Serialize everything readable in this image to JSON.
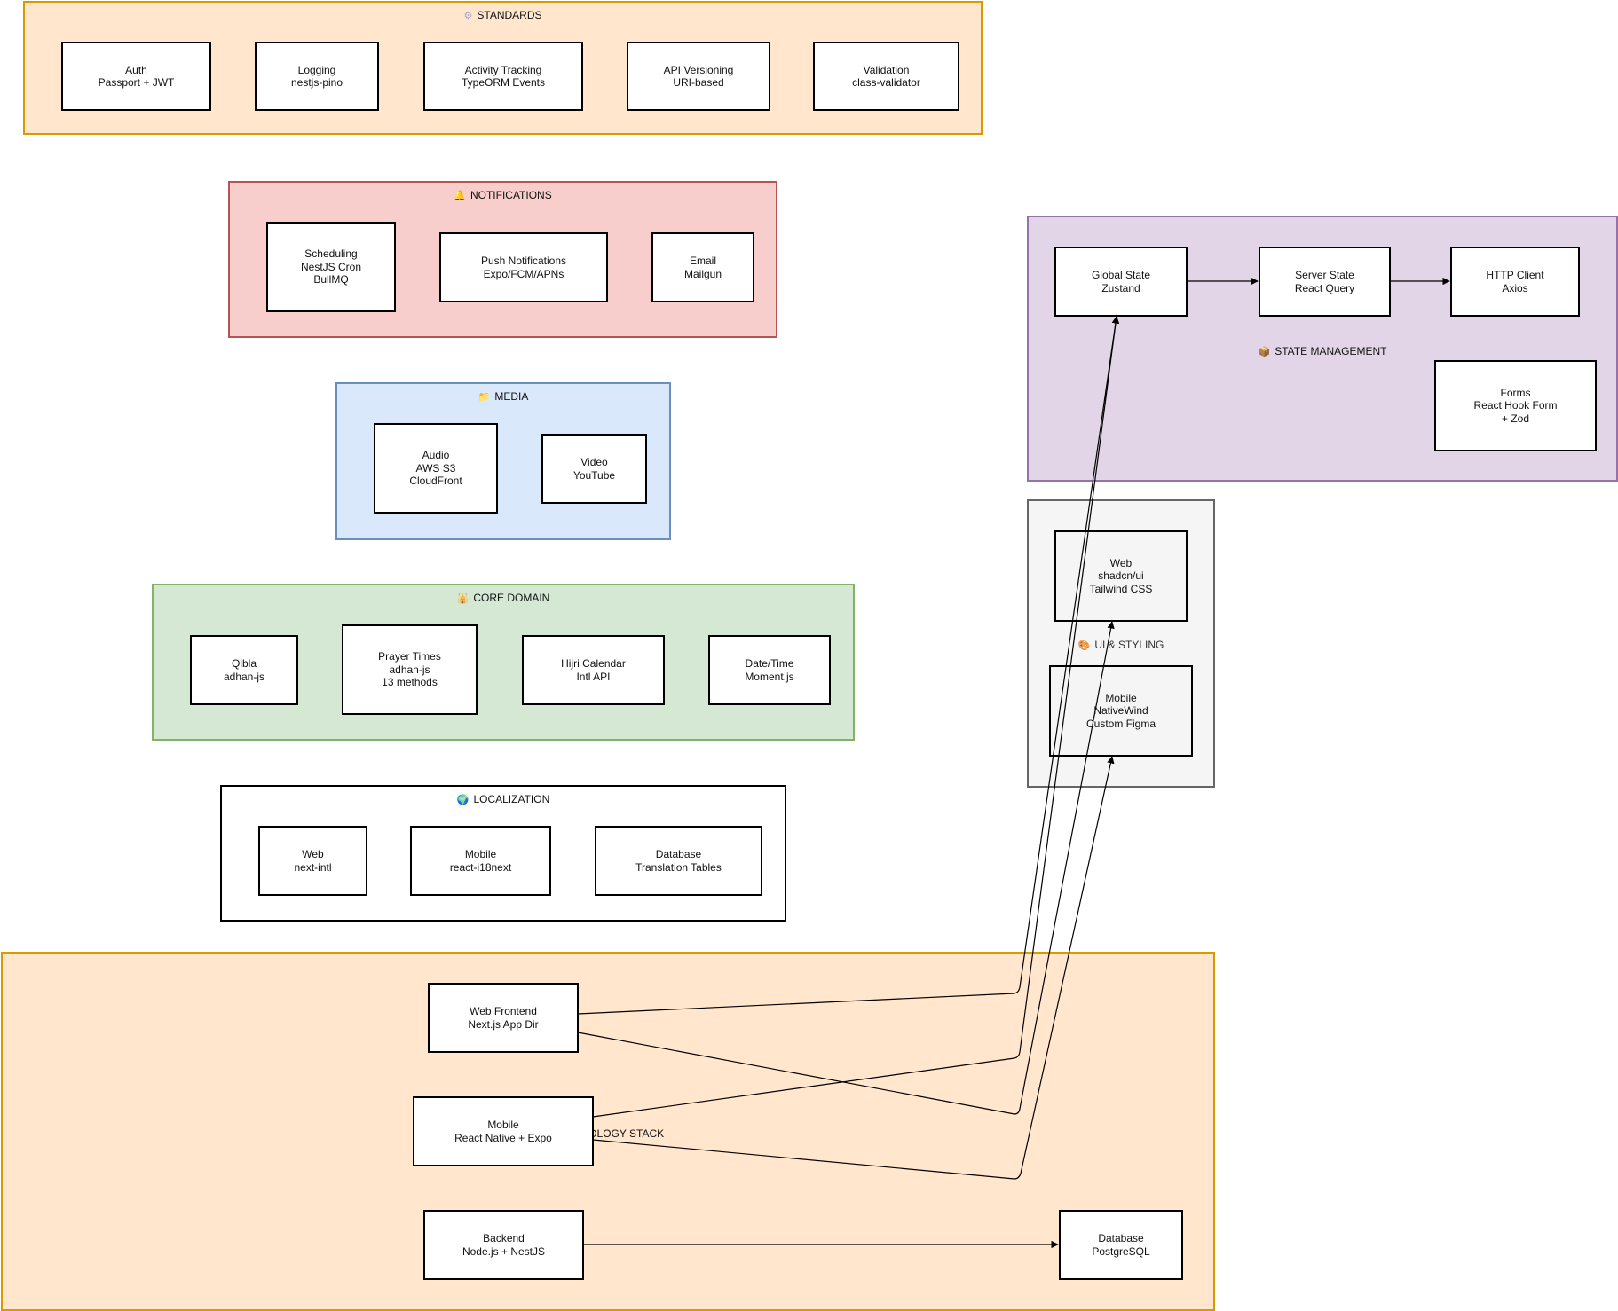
{
  "groups": {
    "standards": {
      "title": "STANDARDS",
      "icon": "gear-icon",
      "glyph": "⚙",
      "nodes": [
        {
          "label": "Auth\nPassport + JWT"
        },
        {
          "label": "Logging\nnestjs-pino"
        },
        {
          "label": "Activity Tracking\nTypeORM Events"
        },
        {
          "label": "API Versioning\nURI-based"
        },
        {
          "label": "Validation\nclass-validator"
        }
      ]
    },
    "notifications": {
      "title": "NOTIFICATIONS",
      "icon": "bell-icon",
      "glyph": "🔔",
      "nodes": [
        {
          "label": "Scheduling\nNestJS Cron\nBullMQ"
        },
        {
          "label": "Push Notifications\nExpo/FCM/APNs"
        },
        {
          "label": "Email\nMailgun"
        }
      ]
    },
    "media": {
      "title": "MEDIA",
      "icon": "folder-icon",
      "glyph": "📁",
      "nodes": [
        {
          "label": "Audio\nAWS S3\nCloudFront"
        },
        {
          "label": "Video\nYouTube"
        }
      ]
    },
    "core_domain": {
      "title": "CORE DOMAIN",
      "icon": "mosque-icon",
      "glyph": "🕌",
      "nodes": [
        {
          "label": "Qibla\nadhan-js"
        },
        {
          "label": "Prayer Times\nadhan-js\n13 methods"
        },
        {
          "label": "Hijri Calendar\nIntl API"
        },
        {
          "label": "Date/Time\nMoment.js"
        }
      ]
    },
    "localization": {
      "title": "LOCALIZATION",
      "icon": "globe-icon",
      "glyph": "🌍",
      "nodes": [
        {
          "label": "Web\nnext-intl"
        },
        {
          "label": "Mobile\nreact-i18next"
        },
        {
          "label": "Database\nTranslation Tables"
        }
      ]
    },
    "technology_stack": {
      "title": "TECHNOLOGY STACK",
      "icon": "",
      "nodes": [
        {
          "label": "Web Frontend\nNext.js App Dir"
        },
        {
          "label": "Mobile\nReact Native + Expo"
        },
        {
          "label": "Backend\nNode.js + NestJS"
        },
        {
          "label": "Database\nPostgreSQL"
        }
      ]
    },
    "state_management": {
      "title": "STATE MANAGEMENT",
      "icon": "package-icon",
      "glyph": "📦",
      "nodes": [
        {
          "label": "Global State\nZustand"
        },
        {
          "label": "Server State\nReact Query"
        },
        {
          "label": "HTTP Client\nAxios"
        },
        {
          "label": "Forms\nReact Hook Form\n+ Zod"
        }
      ]
    },
    "ui_styling": {
      "title": "UI & STYLING",
      "icon": "palette-icon",
      "glyph": "🎨",
      "nodes": [
        {
          "label": "Web\nshadcn/ui\nTailwind CSS"
        },
        {
          "label": "Mobile\nNativeWind\nCustom Figma"
        }
      ]
    }
  },
  "edges": [
    {
      "from": "Web Frontend",
      "to": "Global State"
    },
    {
      "from": "Web Frontend",
      "to": "Web (UI & Styling)"
    },
    {
      "from": "Mobile",
      "to": "Global State"
    },
    {
      "from": "Mobile",
      "to": "Mobile (UI & Styling)"
    },
    {
      "from": "Backend",
      "to": "Database"
    },
    {
      "from": "Global State",
      "to": "Server State"
    },
    {
      "from": "Server State",
      "to": "HTTP Client"
    }
  ],
  "colors": {
    "standards": "#d79b00",
    "notifications": "#b85450",
    "media": "#6c8ebf",
    "core_domain": "#82b366",
    "localization": "#000000",
    "technology_stack": "#d79b00",
    "state_management": "#9673a6",
    "ui_styling": "#666666"
  }
}
